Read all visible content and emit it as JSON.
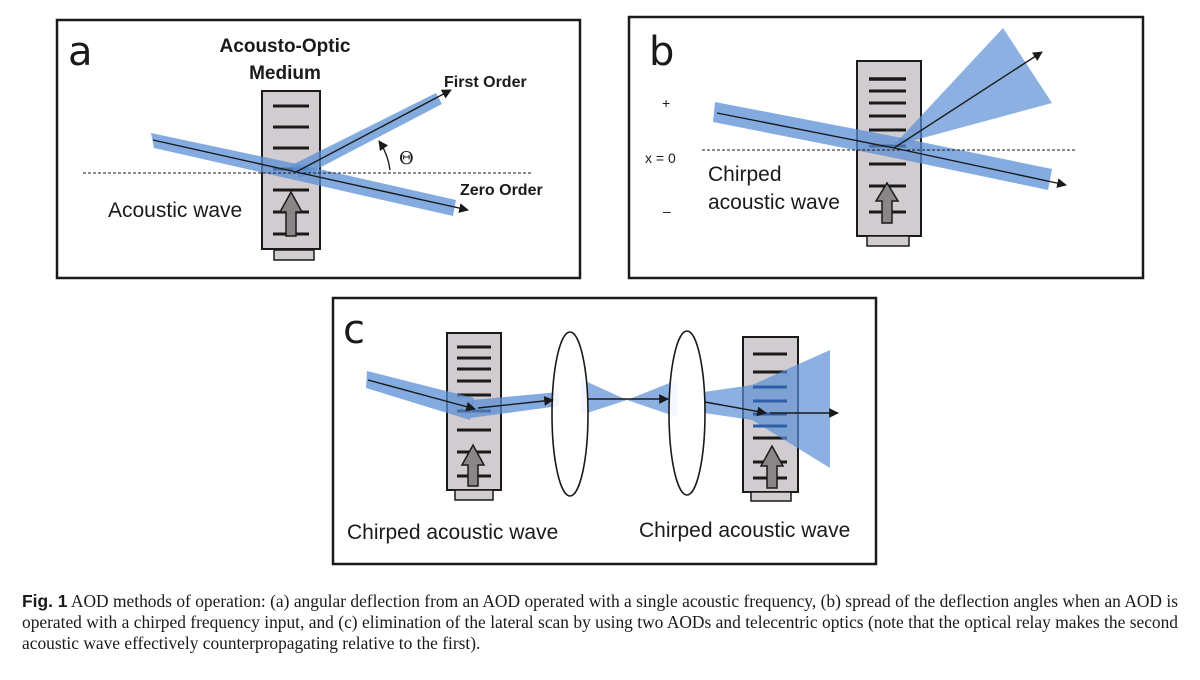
{
  "panel_a": {
    "letter": "a",
    "medium_label_line1": "Acousto-Optic",
    "medium_label_line2": "Medium",
    "first_order": "First Order",
    "zero_order": "Zero Order",
    "acoustic_wave": "Acoustic wave",
    "angle_symbol": "Θ"
  },
  "panel_b": {
    "letter": "b",
    "plus": "+",
    "x_zero": "x = 0",
    "minus": "–",
    "chirped_line1": "Chirped",
    "chirped_line2": "acoustic wave"
  },
  "panel_c": {
    "letter": "c",
    "chirped_left": "Chirped acoustic wave",
    "chirped_right": "Chirped acoustic wave"
  },
  "caption": {
    "label": "Fig. 1",
    "text": "AOD methods of operation: (a) angular deflection from an AOD operated with a single acoustic frequency, (b) spread of the deflection angles when an AOD is operated with a chirped frequency input, and (c) elimination of the lateral scan by using two AODs and telecentric optics (note that the optical relay makes the second acoustic wave effectively counterpropagating relative to the first)."
  },
  "colors": {
    "beam": "#5b8fd6",
    "device_fill": "#d0ccd0",
    "frame": "#1a1a1a"
  }
}
